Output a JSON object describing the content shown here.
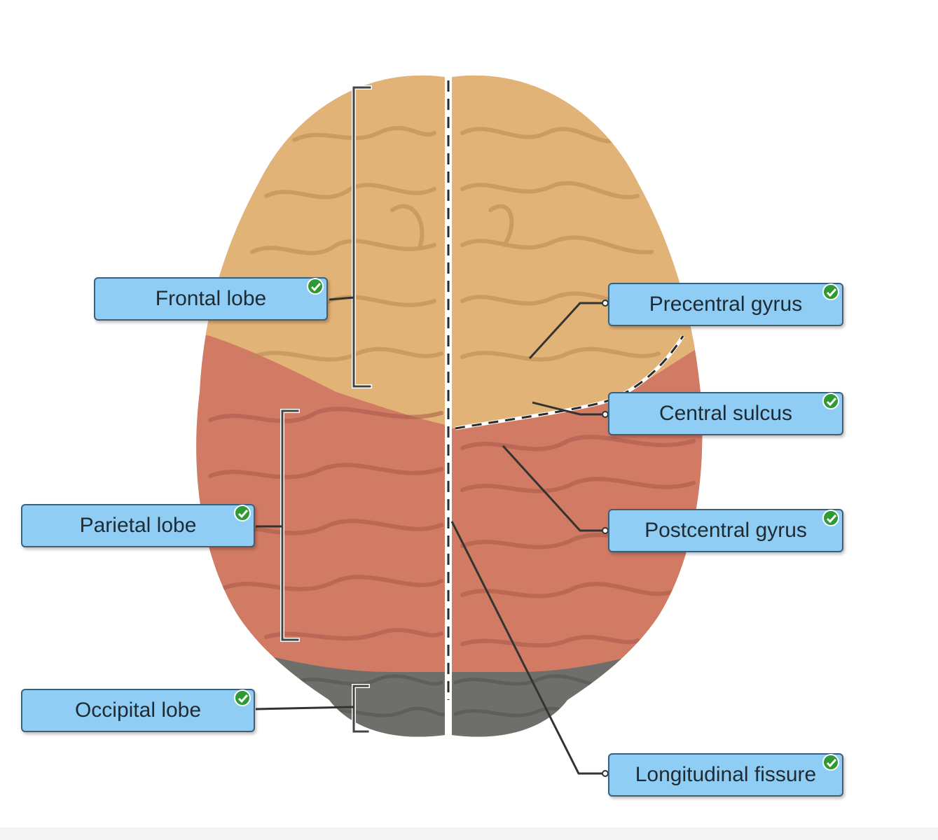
{
  "labels": {
    "frontal": "Frontal lobe",
    "parietal": "Parietal lobe",
    "occipital": "Occipital lobe",
    "precentral": "Precentral gyrus",
    "central_sulcus": "Central sulcus",
    "postcentral": "Postcentral gyrus",
    "longitudinal": "Longitudinal fissure"
  },
  "colors": {
    "frontal": "#e2b377",
    "parietal": "#d17a64",
    "occipital": "#6e6e6a",
    "label_fill": "#8fcdf4",
    "label_border": "#3d5f78",
    "check": "#2f9a33"
  },
  "icons": {
    "check": "check-circle-icon"
  }
}
